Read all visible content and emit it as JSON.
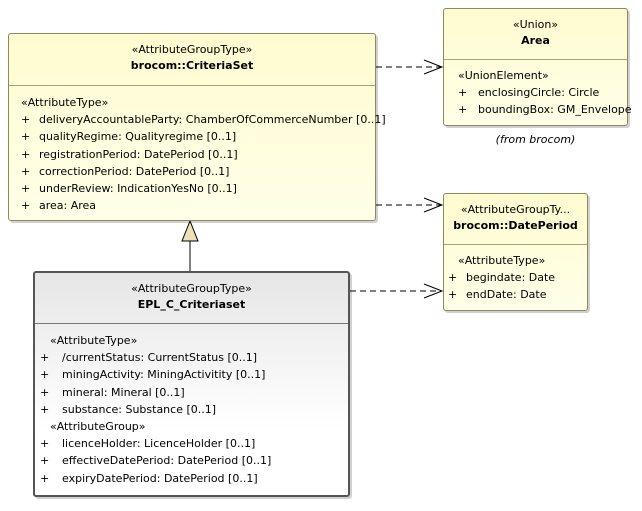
{
  "criteria_set": {
    "stereotype": "«AttributeGroupType»",
    "name": "brocom::CriteriaSet",
    "section_stereotype": "«AttributeType»",
    "attributes": [
      {
        "vis": "+",
        "text": "deliveryAccountableParty: ChamberOfCommerceNumber [0..1]"
      },
      {
        "vis": "+",
        "text": "qualityRegime: Qualityregime [0..1]"
      },
      {
        "vis": "+",
        "text": "registrationPeriod: DatePeriod [0..1]"
      },
      {
        "vis": "+",
        "text": "correctionPeriod: DatePeriod [0..1]"
      },
      {
        "vis": "+",
        "text": "underReview: IndicationYesNo [0..1]"
      },
      {
        "vis": "+",
        "text": "area: Area"
      }
    ]
  },
  "area": {
    "stereotype": "«Union»",
    "name": "Area",
    "section_stereotype": "«UnionElement»",
    "attributes": [
      {
        "vis": "+",
        "text": "enclosingCircle: Circle"
      },
      {
        "vis": "+",
        "text": "boundingBox: GM_Envelope"
      }
    ],
    "from_note": "(from brocom)"
  },
  "date_period": {
    "stereotype": "«AttributeGroupTy...",
    "name": "brocom::DatePeriod",
    "section_stereotype": "«AttributeType»",
    "attributes": [
      {
        "vis": "+",
        "text": "begindate: Date"
      },
      {
        "vis": "+",
        "text": "endDate: Date"
      }
    ]
  },
  "epl": {
    "stereotype": "«AttributeGroupType»",
    "name": "EPL_C_Criteriaset",
    "section1_stereotype": "«AttributeType»",
    "attributes": [
      {
        "vis": "+",
        "text": "/currentStatus: CurrentStatus [0..1]"
      },
      {
        "vis": "+",
        "text": "miningActivity: MiningActivitity [0..1]"
      },
      {
        "vis": "+",
        "text": "mineral: Mineral [0..1]"
      },
      {
        "vis": "+",
        "text": "substance: Substance [0..1]"
      }
    ],
    "section2_stereotype": "«AttributeGroup»",
    "groups": [
      {
        "vis": "+",
        "text": "licenceHolder: LicenceHolder [0..1]"
      },
      {
        "vis": "+",
        "text": "effectiveDatePeriod: DatePeriod [0..1]"
      },
      {
        "vis": "+",
        "text": "expiryDatePeriod: DatePeriod [0..1]"
      }
    ]
  }
}
